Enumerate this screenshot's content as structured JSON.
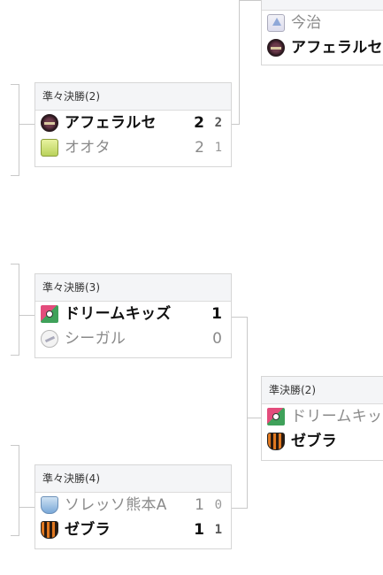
{
  "matches": {
    "sf1": {
      "teams": [
        {
          "name": "今治",
          "result": "lose",
          "icon": "imabari-emblem-icon"
        },
        {
          "name": "アフェラルセ",
          "result": "win",
          "icon": "afelarse-emblem-icon"
        }
      ]
    },
    "qf2": {
      "title": "準々決勝(2)",
      "teams": [
        {
          "name": "アフェラルセ",
          "score": "2",
          "pk": "2",
          "result": "win",
          "icon": "afelarse-emblem-icon"
        },
        {
          "name": "オオタ",
          "score": "2",
          "pk": "1",
          "result": "lose",
          "icon": "oota-emblem-icon"
        }
      ]
    },
    "qf3": {
      "title": "準々決勝(3)",
      "teams": [
        {
          "name": "ドリームキッズ",
          "score": "1",
          "result": "win",
          "icon": "dream-kids-emblem-icon"
        },
        {
          "name": "シーガル",
          "score": "0",
          "result": "lose",
          "icon": "seagull-emblem-icon"
        }
      ]
    },
    "qf4": {
      "title": "準々決勝(4)",
      "teams": [
        {
          "name": "ソレッソ熊本A",
          "score": "1",
          "pk": "0",
          "result": "lose",
          "icon": "soleil-kumamoto-emblem-icon"
        },
        {
          "name": "ゼブラ",
          "score": "1",
          "pk": "1",
          "result": "win",
          "icon": "zebra-emblem-icon"
        }
      ]
    },
    "sf2": {
      "title": "準決勝(2)",
      "teams": [
        {
          "name": "ドリームキッズ",
          "result": "lose",
          "icon": "dream-kids-emblem-icon"
        },
        {
          "name": "ゼブラ",
          "result": "win",
          "icon": "zebra-emblem-icon"
        }
      ]
    }
  },
  "colors": {
    "winner_text": "#111111",
    "loser_text": "#8a8a8a",
    "header_bg": "#f4f5f7",
    "connector": "#c9c9c9"
  }
}
